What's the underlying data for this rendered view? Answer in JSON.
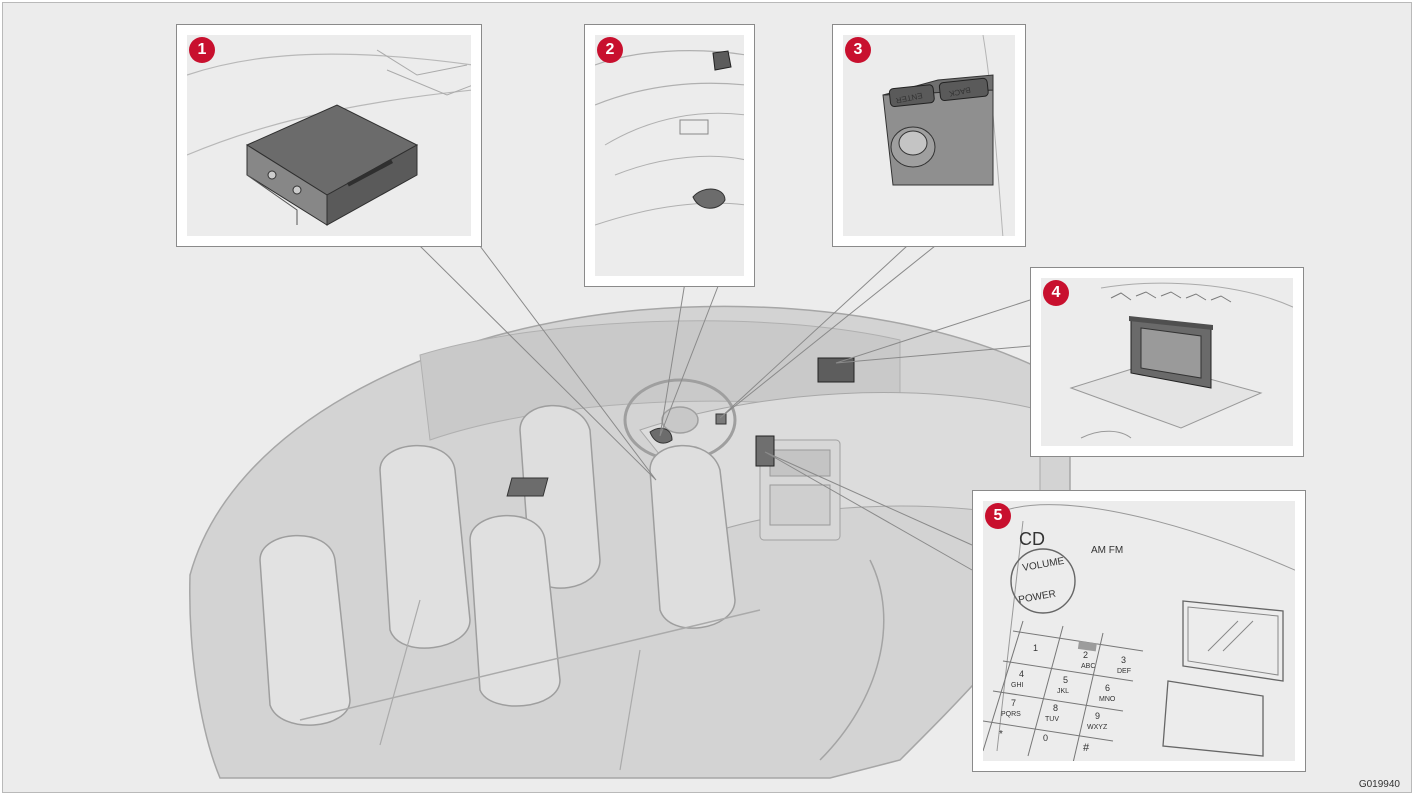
{
  "callouts": [
    "1",
    "2",
    "3",
    "4",
    "5"
  ],
  "figure_code": "G019940",
  "controls": {
    "enter_label": "ENTER",
    "back_label": "BACK"
  },
  "keypad": {
    "cd_label": "CD",
    "am_fm_label": "AM FM",
    "volume_label": "VOLUME",
    "power_label": "POWER",
    "keys": [
      "1",
      "2",
      "ABC",
      "3",
      "DEF",
      "4",
      "GHI",
      "5",
      "JKL",
      "6",
      "MNO",
      "7",
      "PQRS",
      "8",
      "TUV",
      "9",
      "WXYZ",
      "*",
      "0",
      "#"
    ]
  }
}
